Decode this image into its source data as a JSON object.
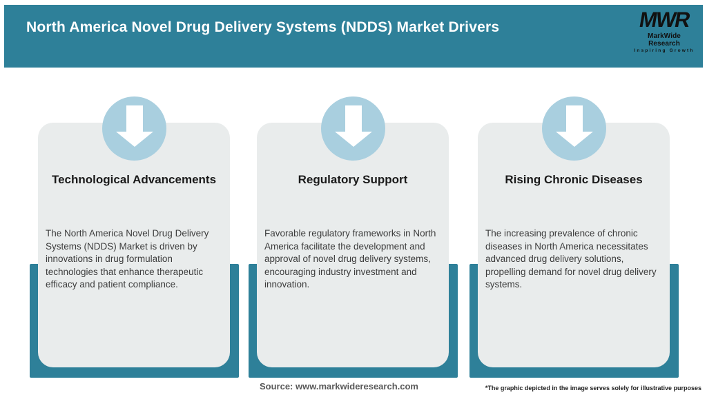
{
  "header": {
    "title": "North America Novel Drug Delivery Systems (NDDS) Market Drivers",
    "logo": {
      "acronym": "MWR",
      "name": "MarkWide Research",
      "tagline": "Inspiring Growth"
    }
  },
  "cards": [
    {
      "icon": "down-arrow-icon",
      "title": "Technological Advancements",
      "body": "The North America Novel Drug Delivery Systems (NDDS) Market is driven by innovations in drug formulation technologies that enhance therapeutic efficacy and patient compliance."
    },
    {
      "icon": "down-arrow-icon",
      "title": "Regulatory Support",
      "body": "Favorable regulatory frameworks in North America facilitate the development and approval of novel drug delivery systems, encouraging industry investment and innovation."
    },
    {
      "icon": "down-arrow-icon",
      "title": "Rising Chronic Diseases",
      "body": "The increasing prevalence of chronic diseases in North America necessitates advanced drug delivery solutions, propelling demand for novel drug delivery systems."
    }
  ],
  "footer": {
    "source": "Source: www.markwideresearch.com",
    "disclaimer": "*The graphic depicted in the image serves solely for illustrative purposes"
  },
  "colors": {
    "teal": "#2E8099",
    "light_blue": "#A9CFDF",
    "card_bg": "#E9ECEC",
    "title_text": "#FFFFFF"
  }
}
